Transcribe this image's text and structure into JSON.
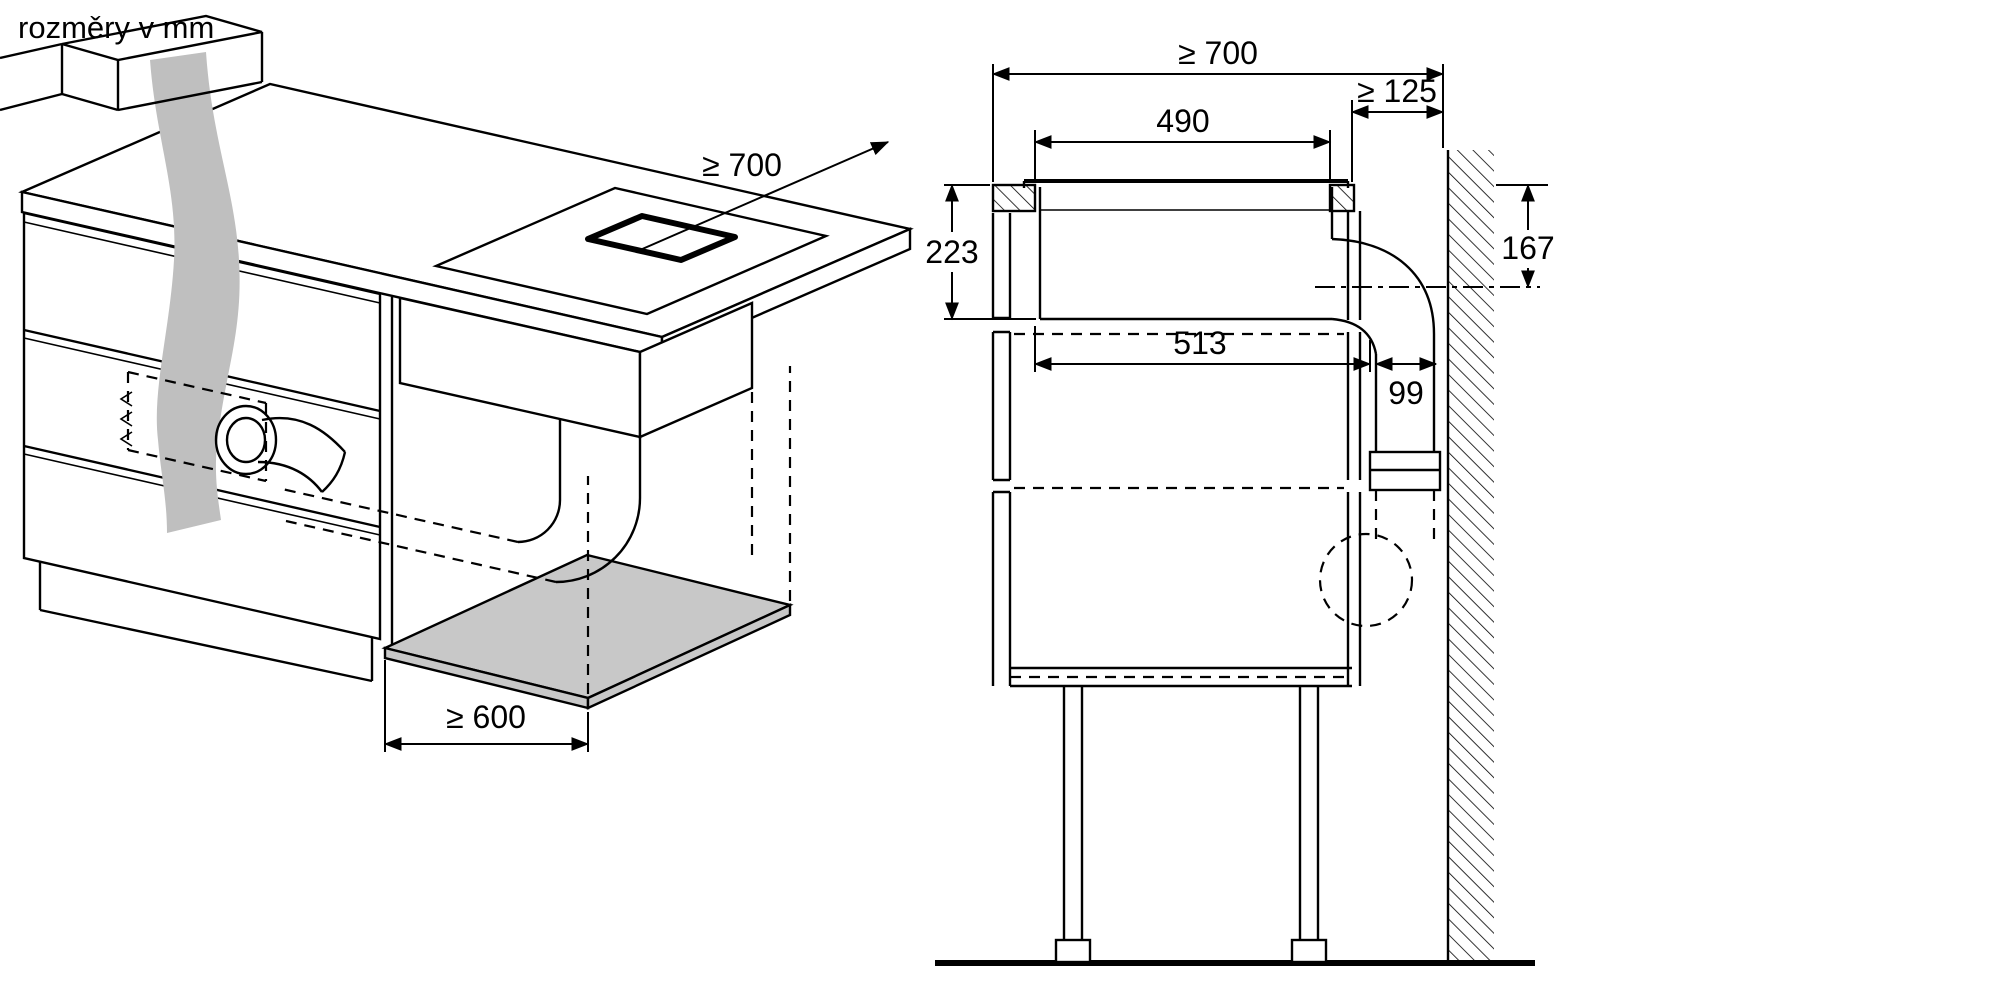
{
  "title": "rozměry v mm",
  "colors": {
    "line": "#000000",
    "flex_duct_shade": "#bfbfbf",
    "bottom_panel_shade": "#c8c8c8",
    "background": "#ffffff"
  },
  "isometric_view": {
    "counter_depth_label": "≥ 700",
    "cabinet_width_label": "≥ 600"
  },
  "section_view": {
    "worktop_depth_label": "≥ 700",
    "wall_clearance_label": "≥ 125",
    "cutout_width_label": "490",
    "hob_depth_label": "223",
    "outlet_height_label": "167",
    "installation_depth_label": "513",
    "duct_width_label": "99"
  }
}
